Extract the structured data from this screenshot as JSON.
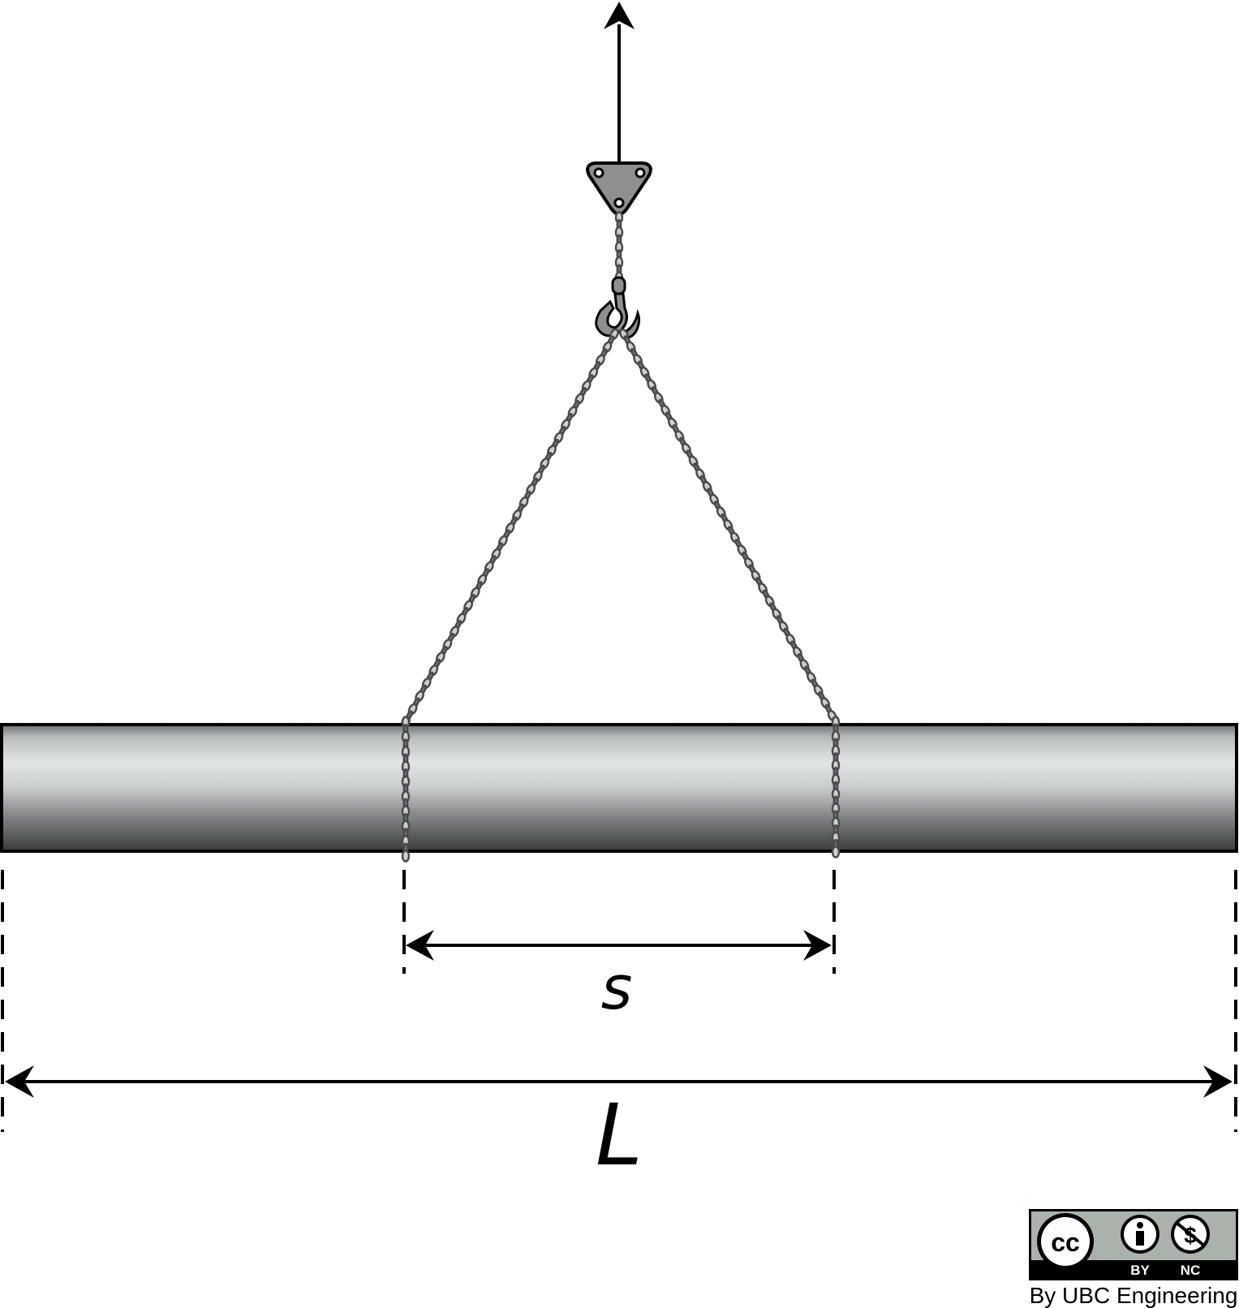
{
  "dimensions": {
    "spacing_label": "s",
    "length_label": "L"
  },
  "license": {
    "badge_icon": "cc-icon",
    "by_label": "BY",
    "nc_label": "NC",
    "credit": "By UBC Engineering"
  },
  "colors": {
    "ink": "#000000",
    "chain": "#555555",
    "chain_highlight": "#cfcfcf",
    "beam_light": "#e2e5e6",
    "beam_dark": "#3a3a3a",
    "badge_bg": "#aab2ab",
    "hardware": "#8f8f8f"
  }
}
